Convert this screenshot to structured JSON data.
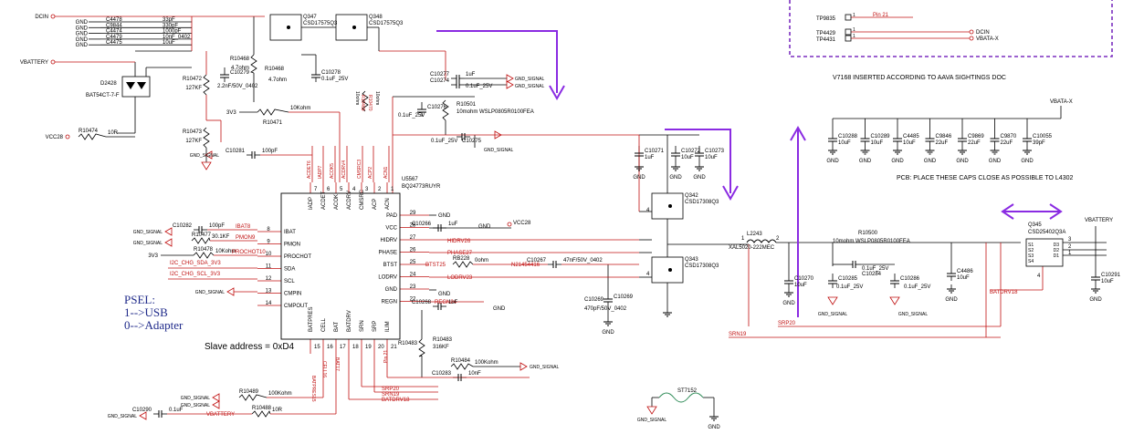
{
  "notes": {
    "psel_title": "PSEL:",
    "psel_usb": "1-->USB",
    "psel_adapter": "0-->Adapter",
    "slave_address": "Slave address = 0xD4",
    "v7168": "V7168 INSERTED ACCORDING TO AAVA SIGHTINGS DOC",
    "pcb_caps": "PCB: PLACE THESE CAPS CLOSE AS POSSIBLE TO L4302"
  },
  "colors": {
    "wire": "#000000",
    "net_red": "#c01010",
    "arrow": "#8a2be2",
    "border": "#7b2fbf",
    "note_blue": "#1f2a8a"
  },
  "nets": {
    "dcin": "DCIN",
    "vbattery": "VBATTERY",
    "vcc28": "VCC28",
    "v3v3": "3V3",
    "vbata_x": "VBATA-X",
    "gnd": "GND",
    "gnd_signal": "GND_SIGNAL",
    "pin21": "Pin 21"
  },
  "ic": {
    "ref": "U5567",
    "part": "BQ24773RUYR",
    "left_pins": [
      {
        "name": "IBAT",
        "num": "8"
      },
      {
        "name": "PMON",
        "num": "9"
      },
      {
        "name": "PROCHOT",
        "num": "10"
      },
      {
        "name": "SDA",
        "num": "11"
      },
      {
        "name": "SCL",
        "num": "12"
      },
      {
        "name": "CMPIN",
        "num": "13"
      },
      {
        "name": "CMPOUT",
        "num": "14"
      }
    ],
    "top_pins": [
      {
        "name": "IADP",
        "num": "7"
      },
      {
        "name": "ACDET",
        "num": "6"
      },
      {
        "name": "ACOK",
        "num": "5"
      },
      {
        "name": "ACDRV",
        "num": "4"
      },
      {
        "name": "CMSRC",
        "num": "3"
      },
      {
        "name": "ACP",
        "num": "2"
      },
      {
        "name": "ACN",
        "num": "1"
      }
    ],
    "right_pins": [
      {
        "name": "PAD",
        "num": "29"
      },
      {
        "name": "VCC",
        "num": "28"
      },
      {
        "name": "HIDRV",
        "num": "27"
      },
      {
        "name": "PHASE",
        "num": "26"
      },
      {
        "name": "BTST",
        "num": "25"
      },
      {
        "name": "LODRV",
        "num": "24"
      },
      {
        "name": "GND",
        "num": "23"
      },
      {
        "name": "REGN",
        "num": "22"
      }
    ],
    "bottom_pins": [
      {
        "name": "BATPRES",
        "num": "15"
      },
      {
        "name": "CELL",
        "num": "16"
      },
      {
        "name": "BAT",
        "num": "17"
      },
      {
        "name": "BATDRV",
        "num": "18"
      },
      {
        "name": "SRN",
        "num": "19"
      },
      {
        "name": "SRP",
        "num": "20"
      },
      {
        "name": "ILIM",
        "num": "21"
      }
    ]
  },
  "top_caps": [
    {
      "ref": "C4478",
      "value": "33pF"
    },
    {
      "ref": "C9844",
      "value": "330pF"
    },
    {
      "ref": "C4474",
      "value": "1000pF"
    },
    {
      "ref": "C4479",
      "value": "10nF_0402"
    },
    {
      "ref": "C4475",
      "value": "10uF"
    }
  ],
  "fets": {
    "q347": {
      "ref": "Q347",
      "part": "CSD17575Q3"
    },
    "q348": {
      "ref": "Q348",
      "part": "CSD17575Q3"
    },
    "q342": {
      "ref": "Q342",
      "part": "CSD17308Q3"
    },
    "q343": {
      "ref": "Q343",
      "part": "CSD17308Q3"
    },
    "q345": {
      "ref": "Q345",
      "part": "CSD25402Q3A"
    }
  },
  "parts": {
    "d2428": {
      "ref": "D2428",
      "part": "BAT54CT-7-F"
    },
    "r10472": {
      "ref": "R10472",
      "value": "127KF"
    },
    "r10473": {
      "ref": "R10473",
      "value": "127KF"
    },
    "r10474": {
      "ref": "R10474",
      "value": "10R"
    },
    "r10471": {
      "ref": "R10471",
      "value": "10Kohm"
    },
    "r10468": {
      "ref": "R10468",
      "value": "4.7ohm"
    },
    "c10279": {
      "ref": "C10279",
      "value": "2.2nF/50V_0402"
    },
    "c10278": {
      "ref": "C10278",
      "value": "0.1uF_25V"
    },
    "c10277": {
      "ref": "C10277",
      "value": "1uF"
    },
    "c10274": {
      "ref": "C10274",
      "value": "0.1uF_25V"
    },
    "c10276": {
      "ref": "C10276",
      "value": "0.1uF_25V"
    },
    "c10275": {
      "ref": "C10275",
      "value": "0.1uF_25V"
    },
    "r10501": {
      "ref": "R10501",
      "value": "10mohm WSLP0805R0100FEA"
    },
    "r10469": {
      "ref": "R10469",
      "value": "10ohm"
    },
    "r10470": {
      "ref": "R10470",
      "value": "10ohm"
    },
    "c10281": {
      "ref": "C10281",
      "value": "100pF"
    },
    "c10282": {
      "ref": "C10282",
      "value": "100pF"
    },
    "r10477": {
      "ref": "R10477",
      "value": "30.1KF"
    },
    "r10478": {
      "ref": "R10478",
      "value": "10Kohm"
    },
    "c10266": {
      "ref": "C10266",
      "value": "1uF"
    },
    "rb228": {
      "ref": "RB228",
      "value": "0ohm"
    },
    "c10267": {
      "ref": "C10267",
      "value": "47nF/50V_0402"
    },
    "c10268": {
      "ref": "C10268",
      "value": "1uF"
    },
    "c10269": {
      "ref": "C10269",
      "value": "470pF/50V_0402"
    },
    "r10483": {
      "ref": "R10483",
      "value": "316KF"
    },
    "r10484": {
      "ref": "R10484",
      "value": "100Kohm"
    },
    "c10283": {
      "ref": "C10283",
      "value": "10nF"
    },
    "r10489": {
      "ref": "R10489",
      "value": "100Kohm"
    },
    "r10488": {
      "ref": "R10488",
      "value": "10R"
    },
    "c10290": {
      "ref": "C10290",
      "value": "0.1uF"
    },
    "c10271": {
      "ref": "C10271",
      "value": "1uF"
    },
    "c10272": {
      "ref": "C10272",
      "value": "10uF"
    },
    "c10273": {
      "ref": "C10273",
      "value": "10uF"
    },
    "l2243": {
      "ref": "L2243",
      "value": "XAL5020-222MEC"
    },
    "r10500": {
      "ref": "R10500",
      "value": "10mohm WSLP0805R0100FEA"
    },
    "c10270": {
      "ref": "C10270",
      "value": "10uF"
    },
    "c10284": {
      "ref": "C10284",
      "value": "0.1uF_25V"
    },
    "c10285": {
      "ref": "C10285",
      "value": "0.1uF_25V"
    },
    "c10286": {
      "ref": "C10286",
      "value": "0.1uF_25V"
    },
    "c4486": {
      "ref": "C4486",
      "value": "10uF"
    },
    "c10291": {
      "ref": "C10291",
      "value": "10uF"
    },
    "st7152": {
      "ref": "ST7152",
      "value": ""
    }
  },
  "right_caps": [
    {
      "ref": "C10288",
      "value": "10uF"
    },
    {
      "ref": "C10289",
      "value": "10uF"
    },
    {
      "ref": "C4485",
      "value": "10uF"
    },
    {
      "ref": "C9846",
      "value": "22uF"
    },
    {
      "ref": "C9869",
      "value": "22uF"
    },
    {
      "ref": "C9870",
      "value": "22uF"
    },
    {
      "ref": "C10055",
      "value": "39pF"
    }
  ],
  "testpoints": [
    {
      "ref": "TP9835",
      "net": "Pin 21"
    },
    {
      "ref": "TP4429",
      "net": "DCIN"
    },
    {
      "ref": "TP4431",
      "net": "VBATA-X"
    }
  ],
  "red_nets": {
    "acdet6": "ACDET6",
    "iadp7": "IADP7",
    "acok5": "ACOK5",
    "acdrv4": "ACDRV4",
    "cmsrc3": "CMSRC3",
    "acp2": "ACP2",
    "acn1": "ACN1",
    "ibat8": "IBAT8",
    "pmon9": "PMON9",
    "prochot10": "PROCHOT10",
    "sda": "I2C_CHG_SDA_3V3",
    "scl": "I2C_CHG_SCL_3V3",
    "hidrv26": "HIDRV26",
    "phase27": "PHASE27",
    "btst25": "BTST25",
    "n21454416": "N21454416",
    "lodrv23": "LODRV23",
    "regn24": "REGN24",
    "srp20": "SRP20",
    "srn19": "SRN19",
    "batdrv18": "BATDRV18",
    "batpres15": "BATPRES15",
    "cell16": "CELL16",
    "bat17": "BAT17",
    "pin21": "Pin 21"
  }
}
